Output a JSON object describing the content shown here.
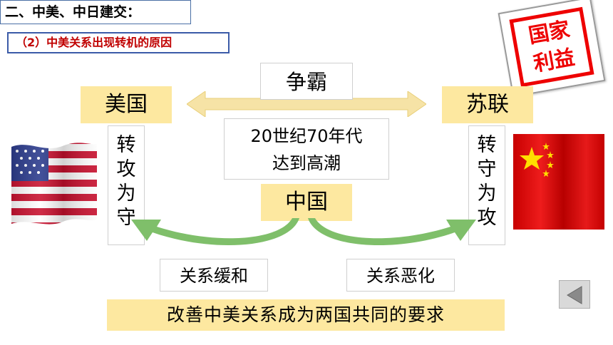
{
  "heading": "二、中美、中日建交：",
  "subheading": "（2）中美关系出现转机的原因",
  "stamp": {
    "line1": "国家",
    "line2": "利益"
  },
  "top_label": "争霸",
  "usa": {
    "label": "美国",
    "stance": [
      "转",
      "攻",
      "为",
      "守"
    ]
  },
  "ussr": {
    "label": "苏联",
    "stance": [
      "转",
      "守",
      "为",
      "攻"
    ]
  },
  "center_note": {
    "line1": "20世纪70年代",
    "line2": "达到高潮"
  },
  "china": "中国",
  "left_relation": "关系缓和",
  "right_relation": "关系恶化",
  "conclusion": "改善中美关系成为两国共同的要求",
  "icons": {
    "flag_left": "us-flag-icon",
    "flag_right": "china-flag-icon",
    "back": "back-arrow-icon"
  },
  "colors": {
    "box_fill": "#fde8a0",
    "arrow_fill": "#f6e3a6",
    "curve_fill": "#7fbf6a",
    "stamp_red": "#ee0000",
    "subheading_red": "#c00000"
  }
}
